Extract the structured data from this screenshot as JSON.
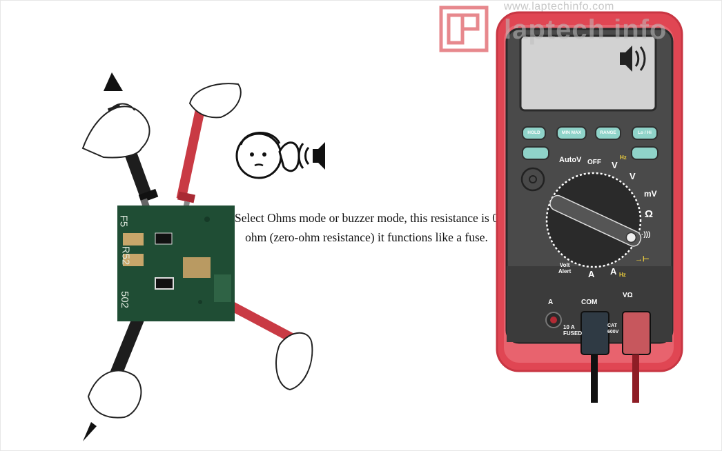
{
  "caption": "Select Ohms mode or buzzer mode, this resistance is 0 ohm (zero-ohm resistance) it functions like a fuse.",
  "watermark": {
    "url": "www.laptechinfo.com",
    "wordmark": "laptech info"
  },
  "pcb": {
    "labels": [
      "F5",
      "R52",
      "502"
    ]
  },
  "multimeter": {
    "buttons": [
      "HOLD",
      "MIN MAX",
      "RANGE",
      "Lo / Hi"
    ],
    "dial_labels": {
      "auto_v": "AutoV",
      "off": "OFF",
      "ac_v": "V",
      "hz_top": "Hz",
      "dc_v": "V",
      "mv": "mV",
      "ohm": "Ω",
      "continuity": "·)))",
      "diode": "→⊢",
      "ac_a": "A",
      "hz_bottom": "Hz",
      "dc_a": "A",
      "volt_alert": "Volt\nAlert"
    },
    "jacks": {
      "a": "A",
      "com": "COM",
      "v_ohm": "VΩ",
      "fuse": "10 A\nFUSED",
      "cat": "CAT\n600V"
    },
    "icons": {
      "speaker": "speaker-icon",
      "backlight": "sun-icon"
    },
    "colors": {
      "case_red": "#e04653",
      "body_gray": "#4a4a4a",
      "display": "#d2d2d2",
      "button_teal": "#8fd3c9",
      "accent_yellow": "#f2d23c",
      "probe_red": "#c93a44",
      "probe_black": "#2a2a2a"
    }
  }
}
